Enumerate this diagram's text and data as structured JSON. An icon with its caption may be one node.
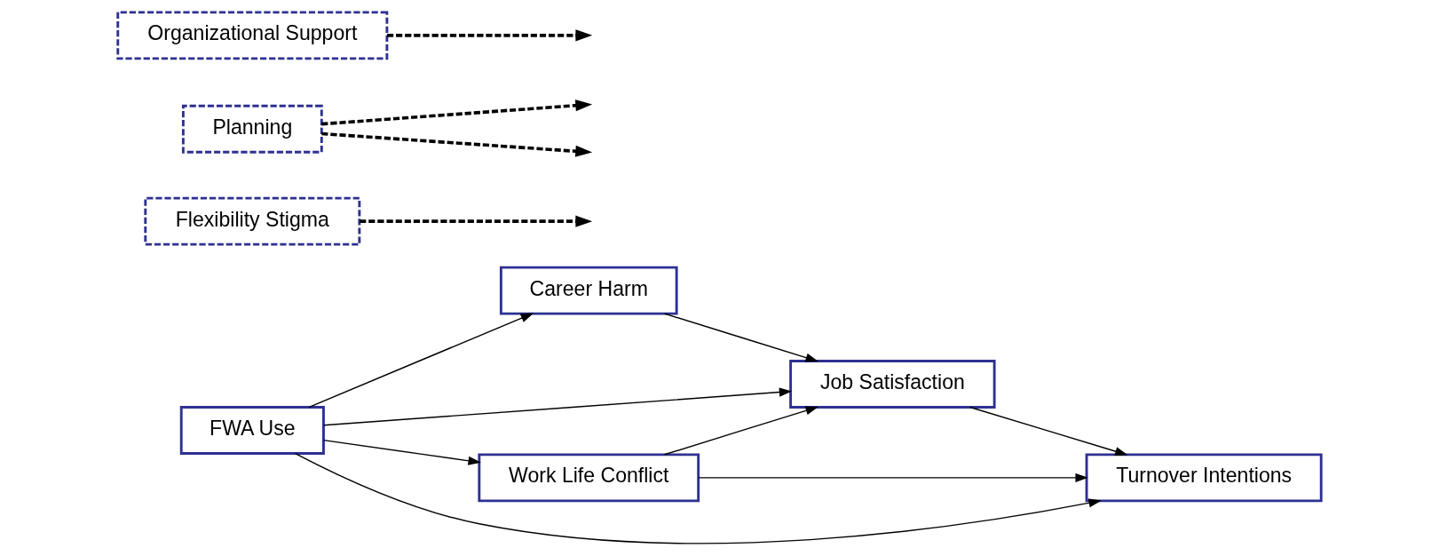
{
  "diagram": {
    "nodes": [
      {
        "text": [
          "Career Harm"
        ]
      },
      {
        "text": [
          "Flexibility Stigma"
        ]
      },
      {
        "text": [
          "Job Satisfaction"
        ]
      },
      {
        "text": [
          "FWA Use"
        ]
      },
      {
        "text": [
          "Turnover Intentions"
        ]
      },
      {
        "text": [
          "Work Life Conflict"
        ]
      },
      {
        "text": [
          "Planning"
        ]
      },
      {
        "text": [
          "Organizational Support"
        ]
      }
    ],
    "edges": [
      {
        "from": 3,
        "to": 0,
        "arrow": "to"
      },
      {
        "from": 0,
        "to": 2,
        "arrow": "to"
      },
      {
        "from": 3,
        "to": 2,
        "arrow": "to"
      },
      {
        "from": 3,
        "to": 4,
        "arrow": "to"
      },
      {
        "from": 3,
        "to": 5,
        "arrow": "to"
      },
      {
        "from": 2,
        "to": 4,
        "arrow": "to"
      },
      {
        "from": 5,
        "to": 4,
        "arrow": "to"
      },
      {
        "from": 5,
        "to": 2,
        "arrow": "to"
      },
      {
        "from": 1,
        "to": null,
        "arrow": "to",
        "style": "dashed"
      },
      {
        "from": 6,
        "to": null,
        "arrow": "to",
        "style": "dashed"
      },
      {
        "from": 6,
        "to": null,
        "arrow": "to",
        "style": "dashed"
      },
      {
        "from": 7,
        "to": null,
        "arrow": "to",
        "style": "dashed"
      }
    ]
  }
}
